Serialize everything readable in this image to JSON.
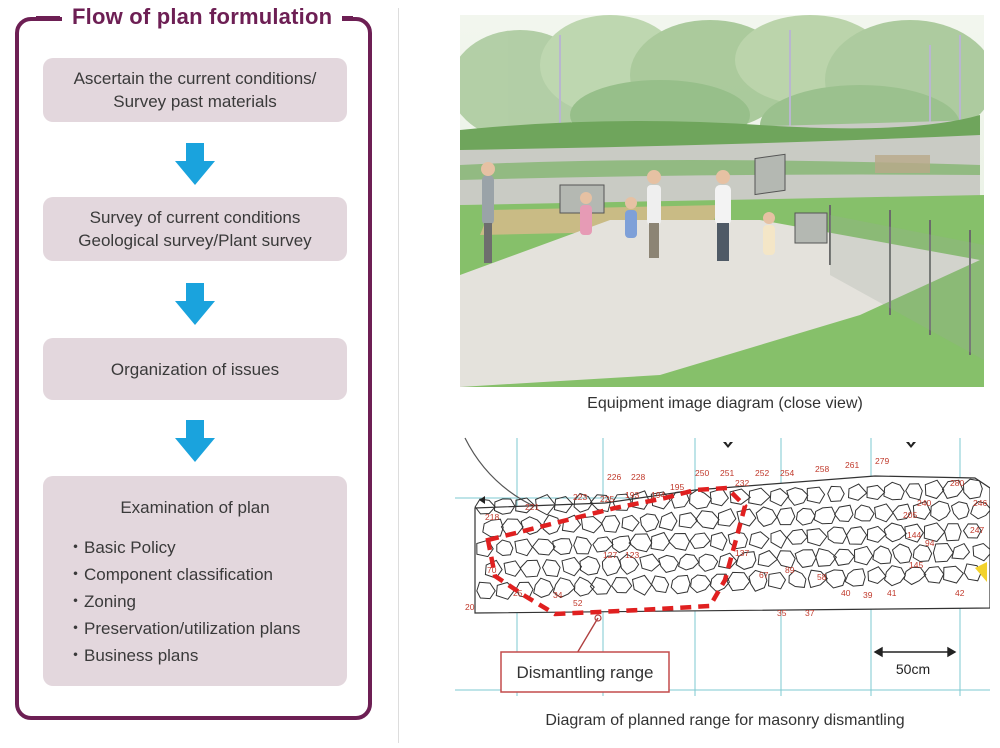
{
  "flow": {
    "title": "Flow of plan formulation",
    "steps": [
      {
        "lines": [
          "Ascertain the current conditions/",
          "Survey past materials"
        ]
      },
      {
        "lines": [
          "Survey of current conditions",
          "Geological survey/Plant survey"
        ]
      },
      {
        "lines": [
          "Organization of issues"
        ]
      },
      {
        "head": "Examination of plan",
        "bullets": [
          "・Basic Policy",
          "・Component classification",
          "・Zoning",
          "・Preservation/utilization plans",
          "・Business plans"
        ]
      }
    ],
    "arrow_color": "#1aa3dd",
    "accent": "#6d1f54",
    "box_color": "#e3d7dd"
  },
  "figures": {
    "illustration_caption": "Equipment image diagram (close view)",
    "masonry_caption": "Diagram of planned range for masonry dismantling",
    "masonry": {
      "range_label": "Dismantling range",
      "scale_label": "50cm",
      "stone_numbers": [
        "218",
        "221",
        "223",
        "225",
        "226",
        "228",
        "193",
        "194",
        "195",
        "250",
        "251",
        "232",
        "252",
        "254",
        "258",
        "261",
        "279",
        "70",
        "25",
        "34",
        "52",
        "20",
        "35",
        "37",
        "127",
        "123",
        "137",
        "67",
        "89",
        "58",
        "40",
        "39",
        "41",
        "42",
        "205",
        "240",
        "144",
        "145",
        "94",
        "246",
        "247",
        "280"
      ]
    }
  }
}
